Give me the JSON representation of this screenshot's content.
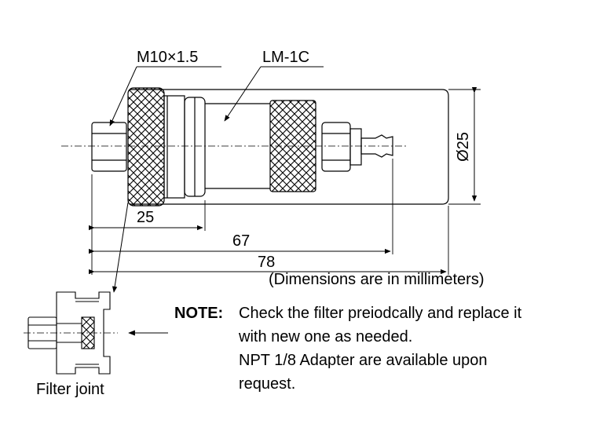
{
  "labels": {
    "thread": "M10×1.5",
    "model": "LM-1C",
    "diameter": "Ø25",
    "dim_25": "25",
    "dim_67": "67",
    "dim_78": "78",
    "units_note": "(Dimensions are in millimeters)",
    "filter_joint": "Filter joint"
  },
  "note": {
    "label": "NOTE:",
    "lines": [
      "Check the filter preiodcally and replace it",
      "with new one as needed.",
      "NPT 1/8 Adapter are available upon",
      "request."
    ]
  }
}
